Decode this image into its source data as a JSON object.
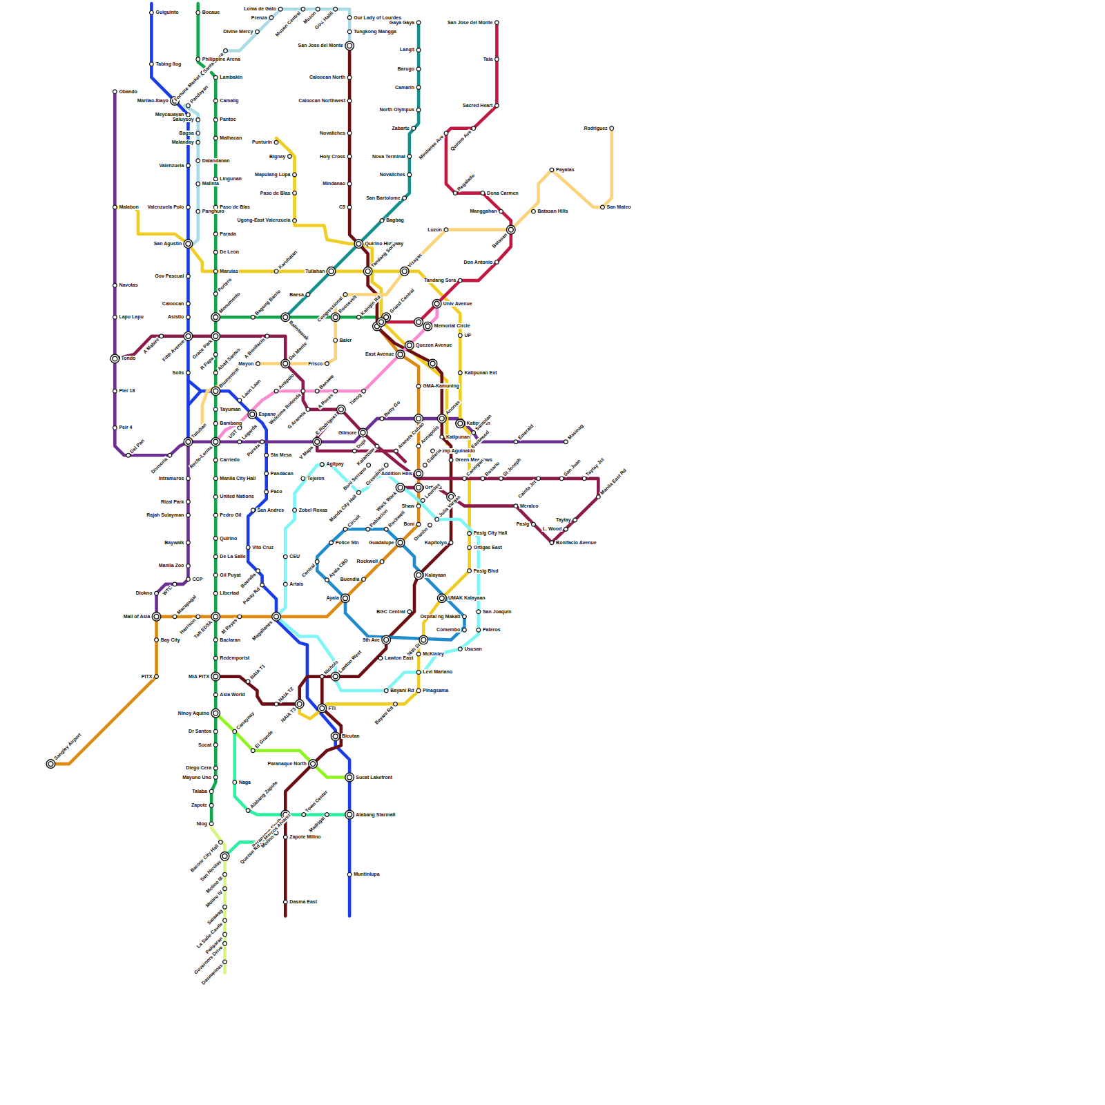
{
  "diagram": {
    "labels": [
      "Guiguinto",
      "Tabing Ilog",
      "Marilao-Ibayo",
      "Pandayan",
      "Meycauayan",
      "Valenzuela",
      "Valenzuela Polo",
      "San Agustin",
      "Gov Pascual",
      "Caloocan",
      "Asistio",
      "Fifth Avenue",
      "Solis",
      "Laon Laan",
      "Espana",
      "Sta Mesa",
      "Pandacan",
      "Paco",
      "San Andres",
      "Vito Cruz",
      "Buendia",
      "Pasay Rd",
      "Magallanes",
      "Bicutan",
      "Sucat Lakefront",
      "Alabang Starmall",
      "Muntinlupa",
      "Saluysoy",
      "Bagsa",
      "Malanday",
      "Dalandanan",
      "Malinta",
      "Panghulo",
      "Fortune Market",
      "Santa Rosa",
      "Divine Mercy",
      "Prenza",
      "Loma de Gato",
      "Muzon Central",
      "Muzon",
      "Gov. Halili",
      "Our Lady of Lourdes",
      "Tungkong Mangga",
      "San Jose del Monte",
      "Bocaue",
      "Philippine Arena",
      "Lambakin",
      "Camalig",
      "Pantoc",
      "Malhacan",
      "Lingunan",
      "Paso de Blas",
      "Parada",
      "De Leon",
      "Marulas",
      "Portero",
      "Monumento",
      "Grace Park",
      "R Papa",
      "Abad Santos",
      "Blumentritt",
      "Tayuman",
      "Bambang",
      "Recto-Lerma",
      "Tutuban",
      "Carriedo",
      "Manila City Hall",
      "United Nations",
      "Pedro Gil",
      "Quirino",
      "De La Salle",
      "Gil Puyat",
      "Libertad",
      "Taft EDSA",
      "Baclaran",
      "Redemporist",
      "MIA PITX",
      "Asia World",
      "Ninoy Aquino",
      "Dr Santos",
      "Sucat",
      "Diego Cera",
      "Mayuno Uno",
      "Talaba",
      "Zapote",
      "Niog",
      "Bacoor City Hall",
      "San Nicolas",
      "Molino III",
      "Molino IV",
      "Salawag",
      "La Salle-Cavite",
      "Paliparan",
      "Governors Drive",
      "Dasmarinas",
      "Bagong Barrio",
      "Balintawak",
      "Roosevelt",
      "Kaingin Rd",
      "Grand Central",
      "Congressional",
      "Gaya Gaya",
      "Langit",
      "Barugo",
      "Camarin",
      "North Olympus",
      "Zabarte",
      "Nova Terminal",
      "Novaliches",
      "San Bartolome",
      "Bagbag",
      "Quirino Highway",
      "Tullahan",
      "Baesa",
      "Tandang Sora",
      "Caloocan North",
      "Caloocan Northwest",
      "Novaliches",
      "Holy Cross",
      "Mindanao",
      "C5",
      "Punturin",
      "Bignay",
      "Mapulang Lupa",
      "Paso de Blas",
      "Ugong-East Valenzuela",
      "Malabon",
      "Karuhatan",
      "Visayas",
      "UP",
      "Katipunan Ext",
      "Katipunan",
      "Santolan",
      "Eastwood",
      "Pasig City Hall",
      "Ortigas East",
      "Pasig Blvd",
      "UMAK Kalayaan",
      "Ospital ng Makati",
      "Comembo",
      "Ususan",
      "26th St",
      "McKinley",
      "Levi Mariano",
      "Pinagsama",
      "Bayani Rd",
      "FTI",
      "NAIA T3",
      "NAIA T2",
      "NAIA T1",
      "San Jose del Monte",
      "Tala",
      "Sacred Heart",
      "Quirino Ave",
      "Mindanao Ave",
      "Regalado",
      "Dona Carmen",
      "Manggahan",
      "Batasan",
      "Don Antonio",
      "Tandang Sora",
      "Univ Avenue",
      "Memorial Circle",
      "Rodriguez",
      "San Mateo",
      "Payatas",
      "Batasan Hills",
      "Luzon",
      "Baler",
      "Frisco",
      "Del Monte",
      "Mayon",
      "Obando",
      "Navotas",
      "Lapu Lapu",
      "Tondo",
      "Pier 18",
      "Peir 4",
      "Del Pan",
      "Divisoria",
      "Legarda",
      "Pureza",
      "V Mapa",
      "Gilmore",
      "Betty Go",
      "Araneta Cubao",
      "Anonas",
      "Katipunan",
      "Camp Aguinaldo",
      "Emerald",
      "Masinag",
      "Green Meadows",
      "Intramuros",
      "Rizal Park",
      "Rajah Sulayman",
      "Baywalk",
      "Manila Zoo",
      "CCP",
      "WTC",
      "Diokno",
      "Mall of Asia",
      "A Mabini",
      "A Bonifacio",
      "G Araneta",
      "A Roces",
      "Banawe",
      "Welcome Rotonda",
      "Antipolo",
      "Timog",
      "UST",
      "E Rodriguez",
      "Dupi",
      "Boni Serrano",
      "Kalantiaw",
      "Greenhills",
      "Addition Hills",
      "Wack Wack",
      "Annapolis",
      "Galleria",
      "Ortigas",
      "Shaw",
      "Boni",
      "Lourdes",
      "Julia Vargas",
      "Oranbo",
      "Caniogan",
      "Rosario",
      "St Joseph",
      "Cainta Jct",
      "San Juan",
      "Taytay Jct",
      "Manila East Rd",
      "Taytay",
      "L. Wood",
      "Bonifacio Avenue",
      "Pasig",
      "Meralco",
      "Kapitolyo",
      "Kalayaan",
      "BGC Central",
      "5th Ave",
      "Lawton East",
      "Lawton West",
      "Nichols",
      "Paranaque North",
      "Paranaque South",
      "Zapote Milino",
      "Dasma East",
      "Sangley Airport",
      "PITX",
      "Bay City",
      "Macapagal",
      "Harrison",
      "M Reyes",
      "Ayala",
      "Buendia",
      "Rockwell",
      "Guadalupe",
      "GMA-Kamuning",
      "East Avenue",
      "Quezon Avenue",
      "Aglipay",
      "Tejeron",
      "Zobel Roxas",
      "CEU",
      "Artais",
      "Manda City Hall",
      "San Joaquin",
      "Pateros",
      "Bayani Rd",
      "Circuit",
      "Poblacion",
      "Rockwell",
      "Police Stn",
      "Central",
      "Ayala CBD",
      "Canaynay",
      "El Grande",
      "Naga",
      "Alabang Zapote",
      "Town Center",
      "Madrigal",
      "Marcos Alvarez",
      "Quezon Rd",
      "Molino"
    ]
  }
}
